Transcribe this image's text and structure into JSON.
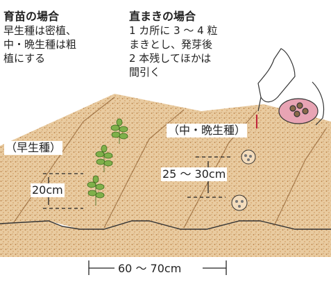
{
  "seedling": {
    "title": "育苗の場合",
    "text": "早生種は密植、\n中・晩生種は粗\n植にする"
  },
  "direct_sowing": {
    "title": "直まきの場合",
    "text": "1 カ所に 3 ～ 4 粒\nまきとし、発芽後\n2 本残してほかは\n間引く"
  },
  "labels": {
    "early_variety": "（早生種）",
    "mid_late_variety": "（中・晩生種）",
    "early_spacing": "20cm",
    "late_spacing": "25 ～ 30cm",
    "row_spacing": "60 ～ 70cm"
  },
  "colors": {
    "soil": "#e2bd8c",
    "soil_dots": "#b77d42",
    "plant": "#7fb04a",
    "line": "#333333"
  }
}
